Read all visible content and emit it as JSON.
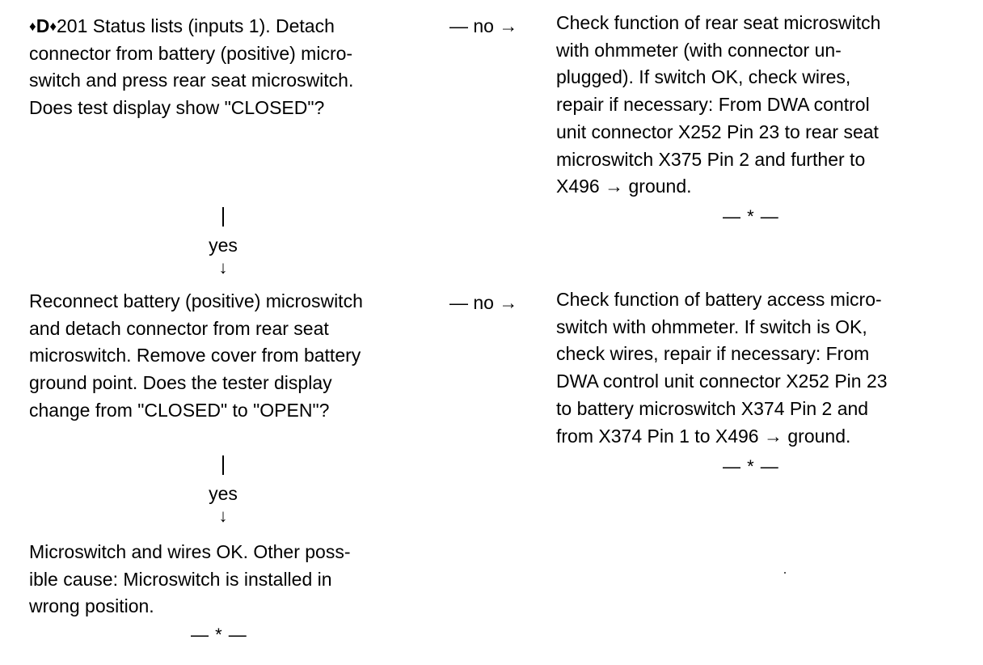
{
  "steps": [
    {
      "code_prefix": "♦",
      "code_letter": "D",
      "code_suffix": "♦",
      "lines": [
        "201 Status lists (inputs 1). Detach",
        "connector from battery (positive) micro-",
        "switch and press rear seat microswitch.",
        "Does test display show \"CLOSED\"?"
      ]
    },
    {
      "lines": [
        "Reconnect battery (positive) microswitch",
        "and detach connector from rear seat",
        "microswitch. Remove cover from battery",
        "ground point. Does the tester display",
        "change from \"CLOSED\" to \"OPEN\"?"
      ]
    },
    {
      "lines": [
        "Microswitch and wires OK. Other poss-",
        "ible cause: Microswitch is installed in",
        "wrong position."
      ]
    }
  ],
  "no_results": [
    {
      "lines": [
        "Check function of rear seat microswitch",
        "with ohmmeter (with connector un-",
        "plugged). If switch OK, check wires,",
        "repair if necessary: From DWA control",
        "unit connector X252 Pin 23 to rear seat",
        "microswitch X375 Pin 2 and further to",
        "X496 → ground."
      ]
    },
    {
      "lines": [
        "Check function of battery access micro-",
        "switch with ohmmeter. If switch is OK,",
        "check wires, repair if necessary: From",
        "DWA control unit connector X252 Pin 23",
        "to battery microswitch X374 Pin 2 and",
        "from X374 Pin 1 to X496 → ground."
      ]
    }
  ],
  "branch": {
    "no_label": "— no →",
    "yes_label": "yes",
    "down_arrow": "↓"
  },
  "end_mark": "— * —"
}
